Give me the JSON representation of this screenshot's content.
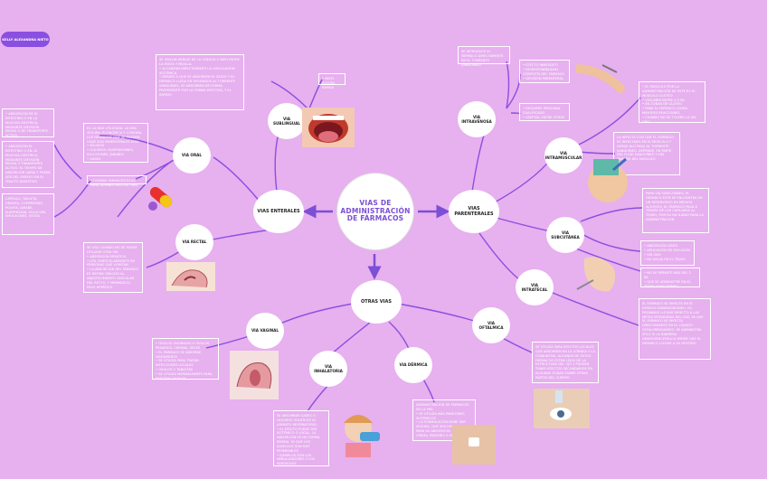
{
  "author": "KELLY ALEXANDRA NIETO",
  "center": {
    "title": "VIAS DE ADMINISTRACIÓN DE FÁRMACOS"
  },
  "branches": {
    "enterales": "VIAS ENTERALES",
    "parenterales": "VIAS PARENTERALES",
    "otras": "OTRAS VIAS"
  },
  "sub_nodes": {
    "sublingual": "VIA SUBLINGUAL",
    "oral": "VIA ORAL",
    "rectal": "VIA RECTAL",
    "intravenosa": "VIA INTRAVENOSA",
    "intramuscular": "VIA INTRAMUSCULAR",
    "subcutanea": "VIA SUBCUTÁNEA",
    "intratecal": "VIA INTRATECAL",
    "vaginal": "VIA VAGINAL",
    "inhalatoria": "VIA INHALATORIA",
    "dermica": "VIA DÉRMICA",
    "oftalmica": "VIA OFTALMICA"
  },
  "boxes": {
    "sublingual_desc": "SE UBICAN DEBAJO DE LA LENGUA O BIEN ENTRE LA ENCÍA Y MEJILLA.\n• ALCANZAN DIRECTAMENTE LA CIRCULACIÓN SISTÉMICA.\n• DEBIDO A QUE SE ABSORBEN EL ÁCIDO Y EL FÁRMACO LLEGA EN SEGUNDOS AL TORRENTE SANGUÍNEO, SE ABSORBEN DE FORMA PREFERENTE POR LA FORMA EFECTIVA, Y EL RÁPIDO",
    "sublingual_ej": "• NIVEL ACCIÓN RÁPIDA",
    "oral_desc": "ES LA MÁS UTILIZADA, LA MÁS SEGURA, ECONÓMICA Y CÓMODA. LOS FÁRMACOS QUE SE PUEDEN USAR SON PARENTERALES SON:\n• SÓLIDOS\n• LÍQUIDOS: SUSPENSIONES, SOLUCIONES, JARABES\n• GASES",
    "oral_formas": "• FORMAS FARMACÉUTICAS PARA ADMINISTRACIÓN ORAL",
    "left_top1": "• ABSORCIÓN DE EL INTESTINO O EN LA MUCOSA GÁSTRICA, MEDIANTE DIFUSIÓN PASIVA O DE TRANSPORTE ACTIVO",
    "left_top2": "• ABSORCIÓN EL INTESTINO O EN LA MUCOSA GÁSTRICA. MEDIANTE DIFUSIÓN PASIVA O TRANSPORTE ACTIVO. EL TIEMPO DE ABSORCIÓN VARÍA Y PUEDE SER DEL EMPLEO EN EL TRACTO DIGESTIVO",
    "left_forms": "CÁPSULA, TABLETA, GRAGEA, COMPRIMIDO, POLVOS, JARABE, SUSPENSIÓN, SOLUCIÓN, EMULSIONES, GOTAS",
    "rectal_desc": "SE USA CUANDO NO SE PUEDE UTILIZAR OTRA VÍA\n• ABSORCIÓN ERRÁTICA\n• ÚTIL PARTICULARMENTE EN PERSONAS QUE VOMITAN\n• LA ABSORCIÓN DEL FÁRMACO ES RÁPIDA GRACIAS AL ABASTECIMIENTO VASCULAR DEL RECTO, Y MINIMIZA EL PASO HEPÁTICO",
    "iv_desc": "SE INTRODUCE EL FÁRMACO DIRECTAMENTE EN EL TORRENTE SANGUÍNEO",
    "iv_props": "• EFECTO INMEDIATO\n• BIODISPONIBILIDAD COMPLETA DEL FÁRMACO\n• DIFUSIÓN PARENTERAL",
    "iv_rapida": "• REQUIERE PERSONAL CUALIFICADO\n• ASEPSIA, ENTRE OTROS",
    "im_right1": "• EL MÚSCULO POR LA ADMINISTRACIÓN DE ESTE ES EL MÚSCULO GLÚTEO\n• VOLUMEN ENTRE 2-5 ML\n• EN ZONAS DE GLÚTEO\n• PARA EL FÁRMACO LOGRA MAYORES REACCIONES\n• CUANDO NO SE TOLERA LA VÍA ORAL",
    "im_right2": "LA INYECTA CON QUE EL FÁRMACO ES INYECTADO EN EL MÚSCULO Y DESDE ALLÍ PASA AL TORRENTE SANGUÍNEO. DEPENDE, EN PARTE, DEL FLUJO SANGUÍNEO Y DEL TAMAÑO DEL MÚSCULO",
    "sc_right": "PARA VÍA SUBCUTÁNEA, EL FÁRMACO ESTÁ SE ENCUENTRA EN UN RESERVORIO EN MEDIOS ACUOSOS, EL FÁRMACO PASA A TRAVÉS DE LOS CAPILARES AL TEJIDO, POR SU FACILIDAD PARA LA ADMINISTRACIÓN",
    "sc_right2": "• ABSORCIÓN LENTA\n• APLICACIÓN DE SOLUCIÓN\n• VÍA UNO\n• NO AGUJA EN EL TEJIDO",
    "sc_right3": "• NO SE PERMITE MÁS DEL 2 ML\n• QUE SE ADMINISTRE EN EL TEJIDO SUBCUTÁNEO",
    "it_right": "EL FÁRMACO SE INYECTA EN EL ESPACIO SUBARACNOIDEO, ES PROBABLE LLEGAR DIRECTO A LAS METAS INTENDIDAS DEL CNS, YA QUE EL FÁRMACO SE INYECTA DIRECTAMENTE EN EL LÍQUIDO CEFALORRAQUÍDEO. SE ADMINISTRA SÓLO SI LA BARRERA HEMATOENCEFÁLICA IMPIDE QUE EL FÁRMACO LLEGUE A SU DESTINO",
    "vaginal_desc": "• ÓVULOS VAGINALES U ÓVULOS, PESARIOS, CREMAS, GELES\n• EL FÁRMACO SE ABSORBE LENTAMENTE\n• SE UTILIZA PARA TRATAR INFECCIONES LOCALES\n• ÓVULOS O TABLETAS\n• SE UTILIZA NORMALMENTE PARA EFECTOS LOCALES",
    "oft_desc": "SE UTILIZA PARA EFECTOS LOCALES QUE ABSORBEN EN LA CÓRNEA Y LA CONJUNTIVA. ALGUNOS DE ESTOS FÁRMACOS ESTÁN LEJOS DE LA ESTRUCTURA DEL OJO Y PUEDEN TENER EFECTOS SECUNDARIOS EN ALGUNAS ZONAS SOBRE OTRAS PARTES DEL CUERPO",
    "dermica_desc": "ADMINISTRACIÓN DE FÁRMACOS EN LA PIEL\n• SE UTILIZA MÁS PARA FINES SISTÉMICOS\n• LA FORMULACIÓN DEBE SER SEGURA, QUE SEA LIPOSOLUBLE Y PARA SU ABSORCIÓN, ES UNA CREMA, PARCHES O GELES",
    "inh_desc": "SE ABSORBEN GASES O LÍQUIDOS VOLÁTILES AL APARATO RESPIRATORIO.\n• EL EFECTO PUEDE SER SISTÉMICO O LOCAL, LA ABSORCIÓN ES DE FORMA RÁPIDA, YA QUE LOS ALVÉOLOS SON MUY PERMEABLES\n• EJEMPLOS SON LOS NEBULIZADORES Y LOS AEROSOLES"
  },
  "colors": {
    "background": "#e7b0ef",
    "accent": "#7b4fd6",
    "line": "#8a4fe0",
    "node": "#ffffff"
  }
}
